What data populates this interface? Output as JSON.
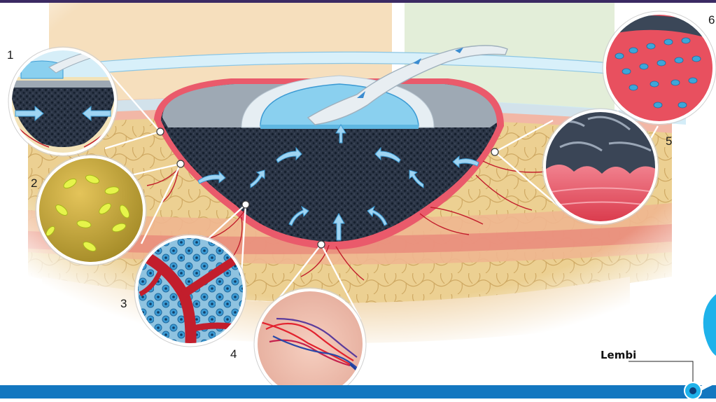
{
  "diagram": {
    "callouts": [
      {
        "number": "1",
        "topic": "foam compression under negative pressure"
      },
      {
        "number": "2",
        "topic": "bacteria"
      },
      {
        "number": "3",
        "topic": "cells and capillaries"
      },
      {
        "number": "4",
        "topic": "blood vessels"
      },
      {
        "number": "5",
        "topic": "wound edge"
      },
      {
        "number": "6",
        "topic": "micro-deformation"
      }
    ],
    "footer_label": "Lembi",
    "colors": {
      "frame_top": "#3b2a63",
      "footer_band": "#1377c0",
      "accent_cyan": "#1fb2ea",
      "foam": "#2c3647",
      "tissue_red": "#e23c4c",
      "fat": "#e9c98a",
      "drape": "#bfe6f5"
    }
  }
}
